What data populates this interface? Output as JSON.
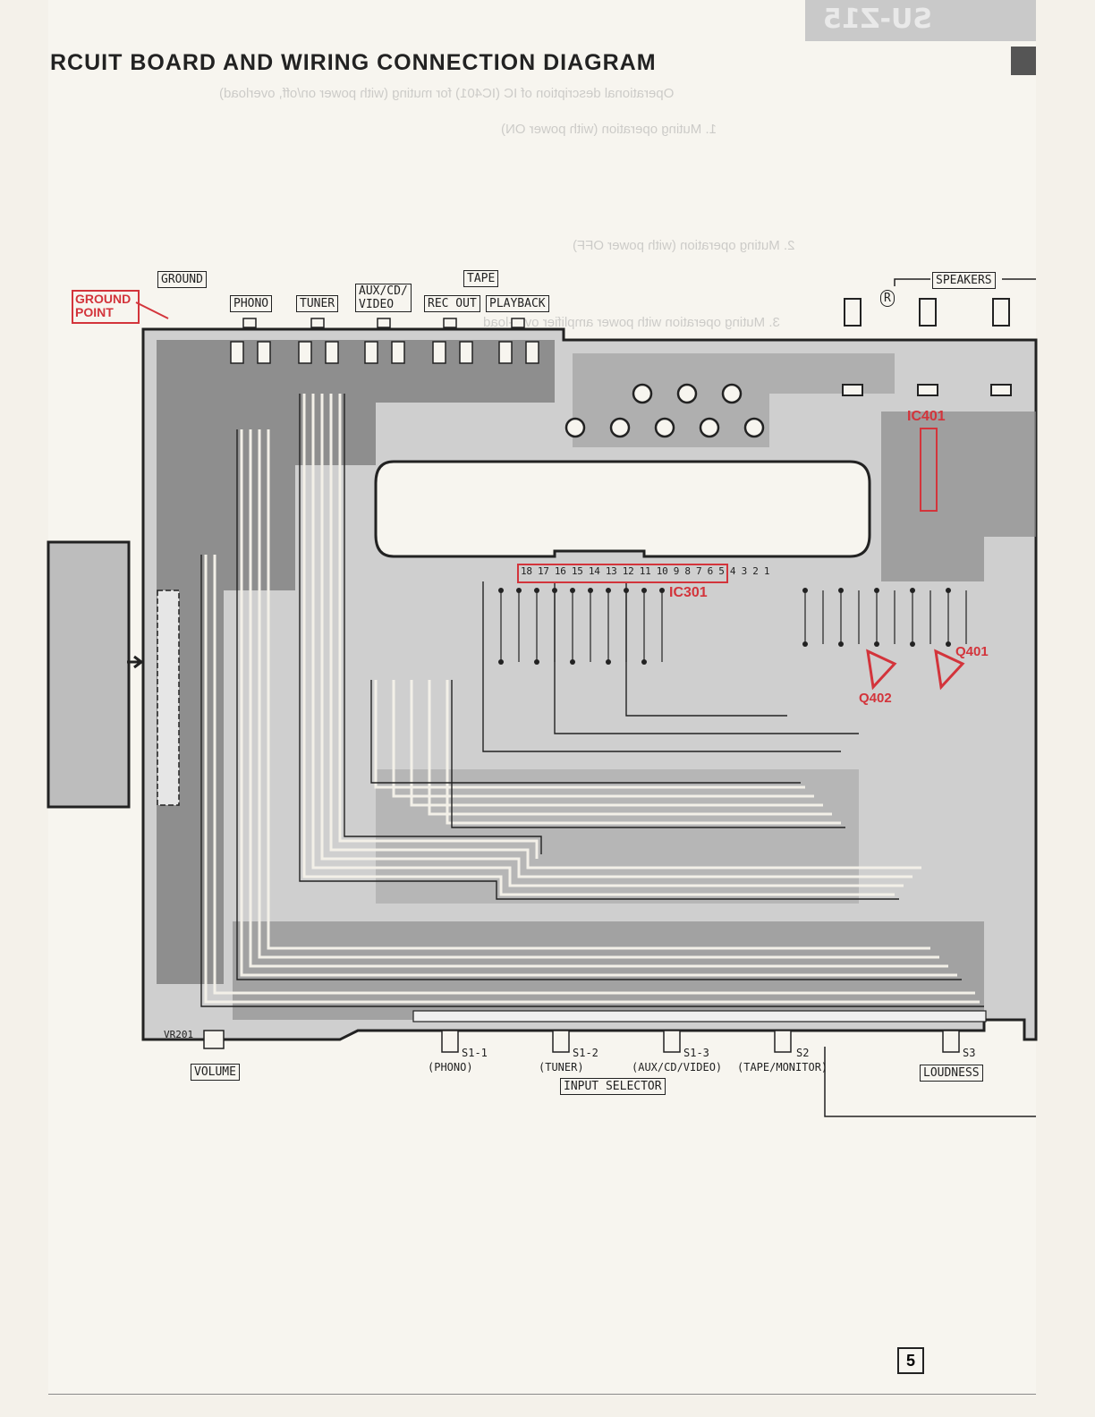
{
  "header": {
    "model_tab": "SU-Z15",
    "title": "RCUIT BOARD AND WIRING CONNECTION DIAGRAM",
    "show_through_lines": [
      "Operational description of IC (IC401) for muting (with power on/off, overload)",
      "1. Muting operation (with power ON)",
      "2. Muting operation (with power OFF)",
      "3. Muting operation with power amplifier over-load"
    ]
  },
  "connectors": {
    "ground_terminal": "GROUND",
    "ground_point": [
      "GROUND",
      "POINT"
    ],
    "phono": "PHONO",
    "tuner": "TUNER",
    "aux": [
      "AUX/CD/",
      "VIDEO"
    ],
    "tape": "TAPE",
    "rec_out": "REC OUT",
    "playback": "PLAYBACK",
    "speakers": "SPEAKERS",
    "speaker_r": "R"
  },
  "ics": {
    "ic301": "IC301",
    "ic301_pins": "18 17 16 15 14 13 12 11 10 9 8 7 6 5 4 3 2 1",
    "ic401": "IC401",
    "q401": "Q401",
    "q402": "Q402"
  },
  "switches": {
    "s1_1": "S1-1",
    "s1_1_name": "(PHONO)",
    "s1_2": "S1-2",
    "s1_2_name": "(TUNER)",
    "s1_3": "S1-3",
    "s1_3_name": "(AUX/CD/VIDEO)",
    "s2": "S2",
    "s2_name": "(TAPE/MONITOR)",
    "s3": "S3",
    "input_selector": "INPUT SELECTOR",
    "loudness": "LOUDNESS",
    "volume": "VOLUME",
    "vr201": "VR201"
  },
  "footer": {
    "page_number": "5"
  },
  "colors": {
    "ink": "#222222",
    "trace": "#8a8a8a",
    "highlight": "#d3343b",
    "paper": "#f7f5ef"
  }
}
